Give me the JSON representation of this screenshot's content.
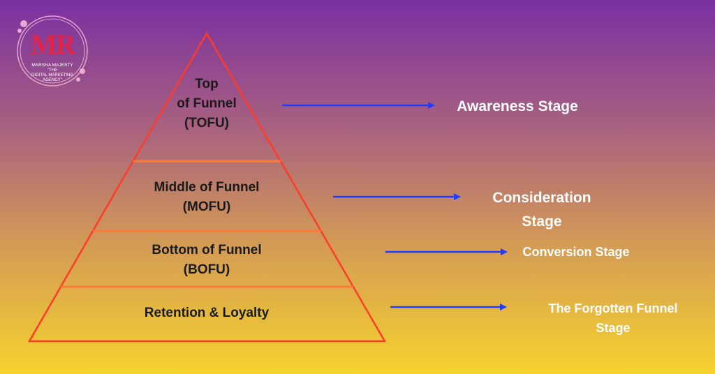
{
  "logo": {
    "monogram": "MR",
    "line1": "MARSHA MAJESTY",
    "line2": "\"THE",
    "line3": "DIGITAL MARKETING",
    "line4": "AGENCY\""
  },
  "funnel": {
    "tiers": [
      {
        "lines": [
          "Top",
          "of Funnel",
          "(TOFU)"
        ]
      },
      {
        "lines": [
          "Middle of Funnel",
          "(MOFU)"
        ]
      },
      {
        "lines": [
          "Bottom of Funnel",
          "(BOFU)"
        ]
      },
      {
        "lines": [
          "Retention & Loyalty"
        ]
      }
    ]
  },
  "stages": [
    {
      "lines": [
        "Awareness Stage"
      ]
    },
    {
      "lines": [
        "Consideration",
        "Stage"
      ]
    },
    {
      "lines": [
        "Conversion Stage"
      ]
    },
    {
      "lines": [
        "The Forgotten Funnel",
        "Stage"
      ]
    }
  ],
  "colors": {
    "outline": "#ff3a2a",
    "divider": "#ff7a3a",
    "arrow": "#1f3cff",
    "stage_text": "#ffffff",
    "tier_text": "#1a1a1a"
  }
}
